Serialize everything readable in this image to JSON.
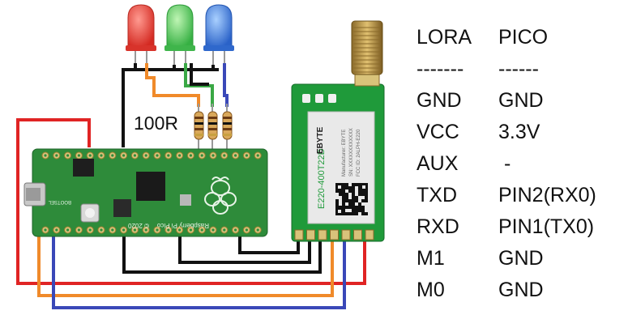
{
  "resistor_label": "100R",
  "pico_board": {
    "silkscreen": "Raspberry Pi Pico",
    "year": "© 2020",
    "button_label": "BOOTSEL"
  },
  "lora_module": {
    "model": "E220-400T22D",
    "brand": "EBYTE",
    "manufacturer": "Manufacturer: EBYTE",
    "serial": "SN: XXXXXXXXXXXX",
    "fcc": "FCC ID: 2ALPH-E220"
  },
  "pin_table": {
    "header": [
      "LORA",
      "PICO"
    ],
    "separator": [
      "-------",
      "------"
    ],
    "rows": [
      [
        "GND",
        "GND"
      ],
      [
        "VCC",
        "3.3V"
      ],
      [
        "AUX",
        " -"
      ],
      [
        "TXD",
        "PIN2(RX0)"
      ],
      [
        "RXD",
        "PIN1(TX0)"
      ],
      [
        "M1",
        "GND"
      ],
      [
        "M0",
        "GND"
      ]
    ]
  },
  "colors": {
    "wire_red": "#e02424",
    "wire_orange": "#f08a2a",
    "wire_blue": "#3a48b8",
    "wire_green": "#3aa845",
    "wire_black": "#111111",
    "pcb_green": "#2e8b3a",
    "module_green": "#1f9a3a",
    "led_red": "#e53935",
    "led_green": "#43c24f",
    "led_blue": "#2f6fd6"
  }
}
